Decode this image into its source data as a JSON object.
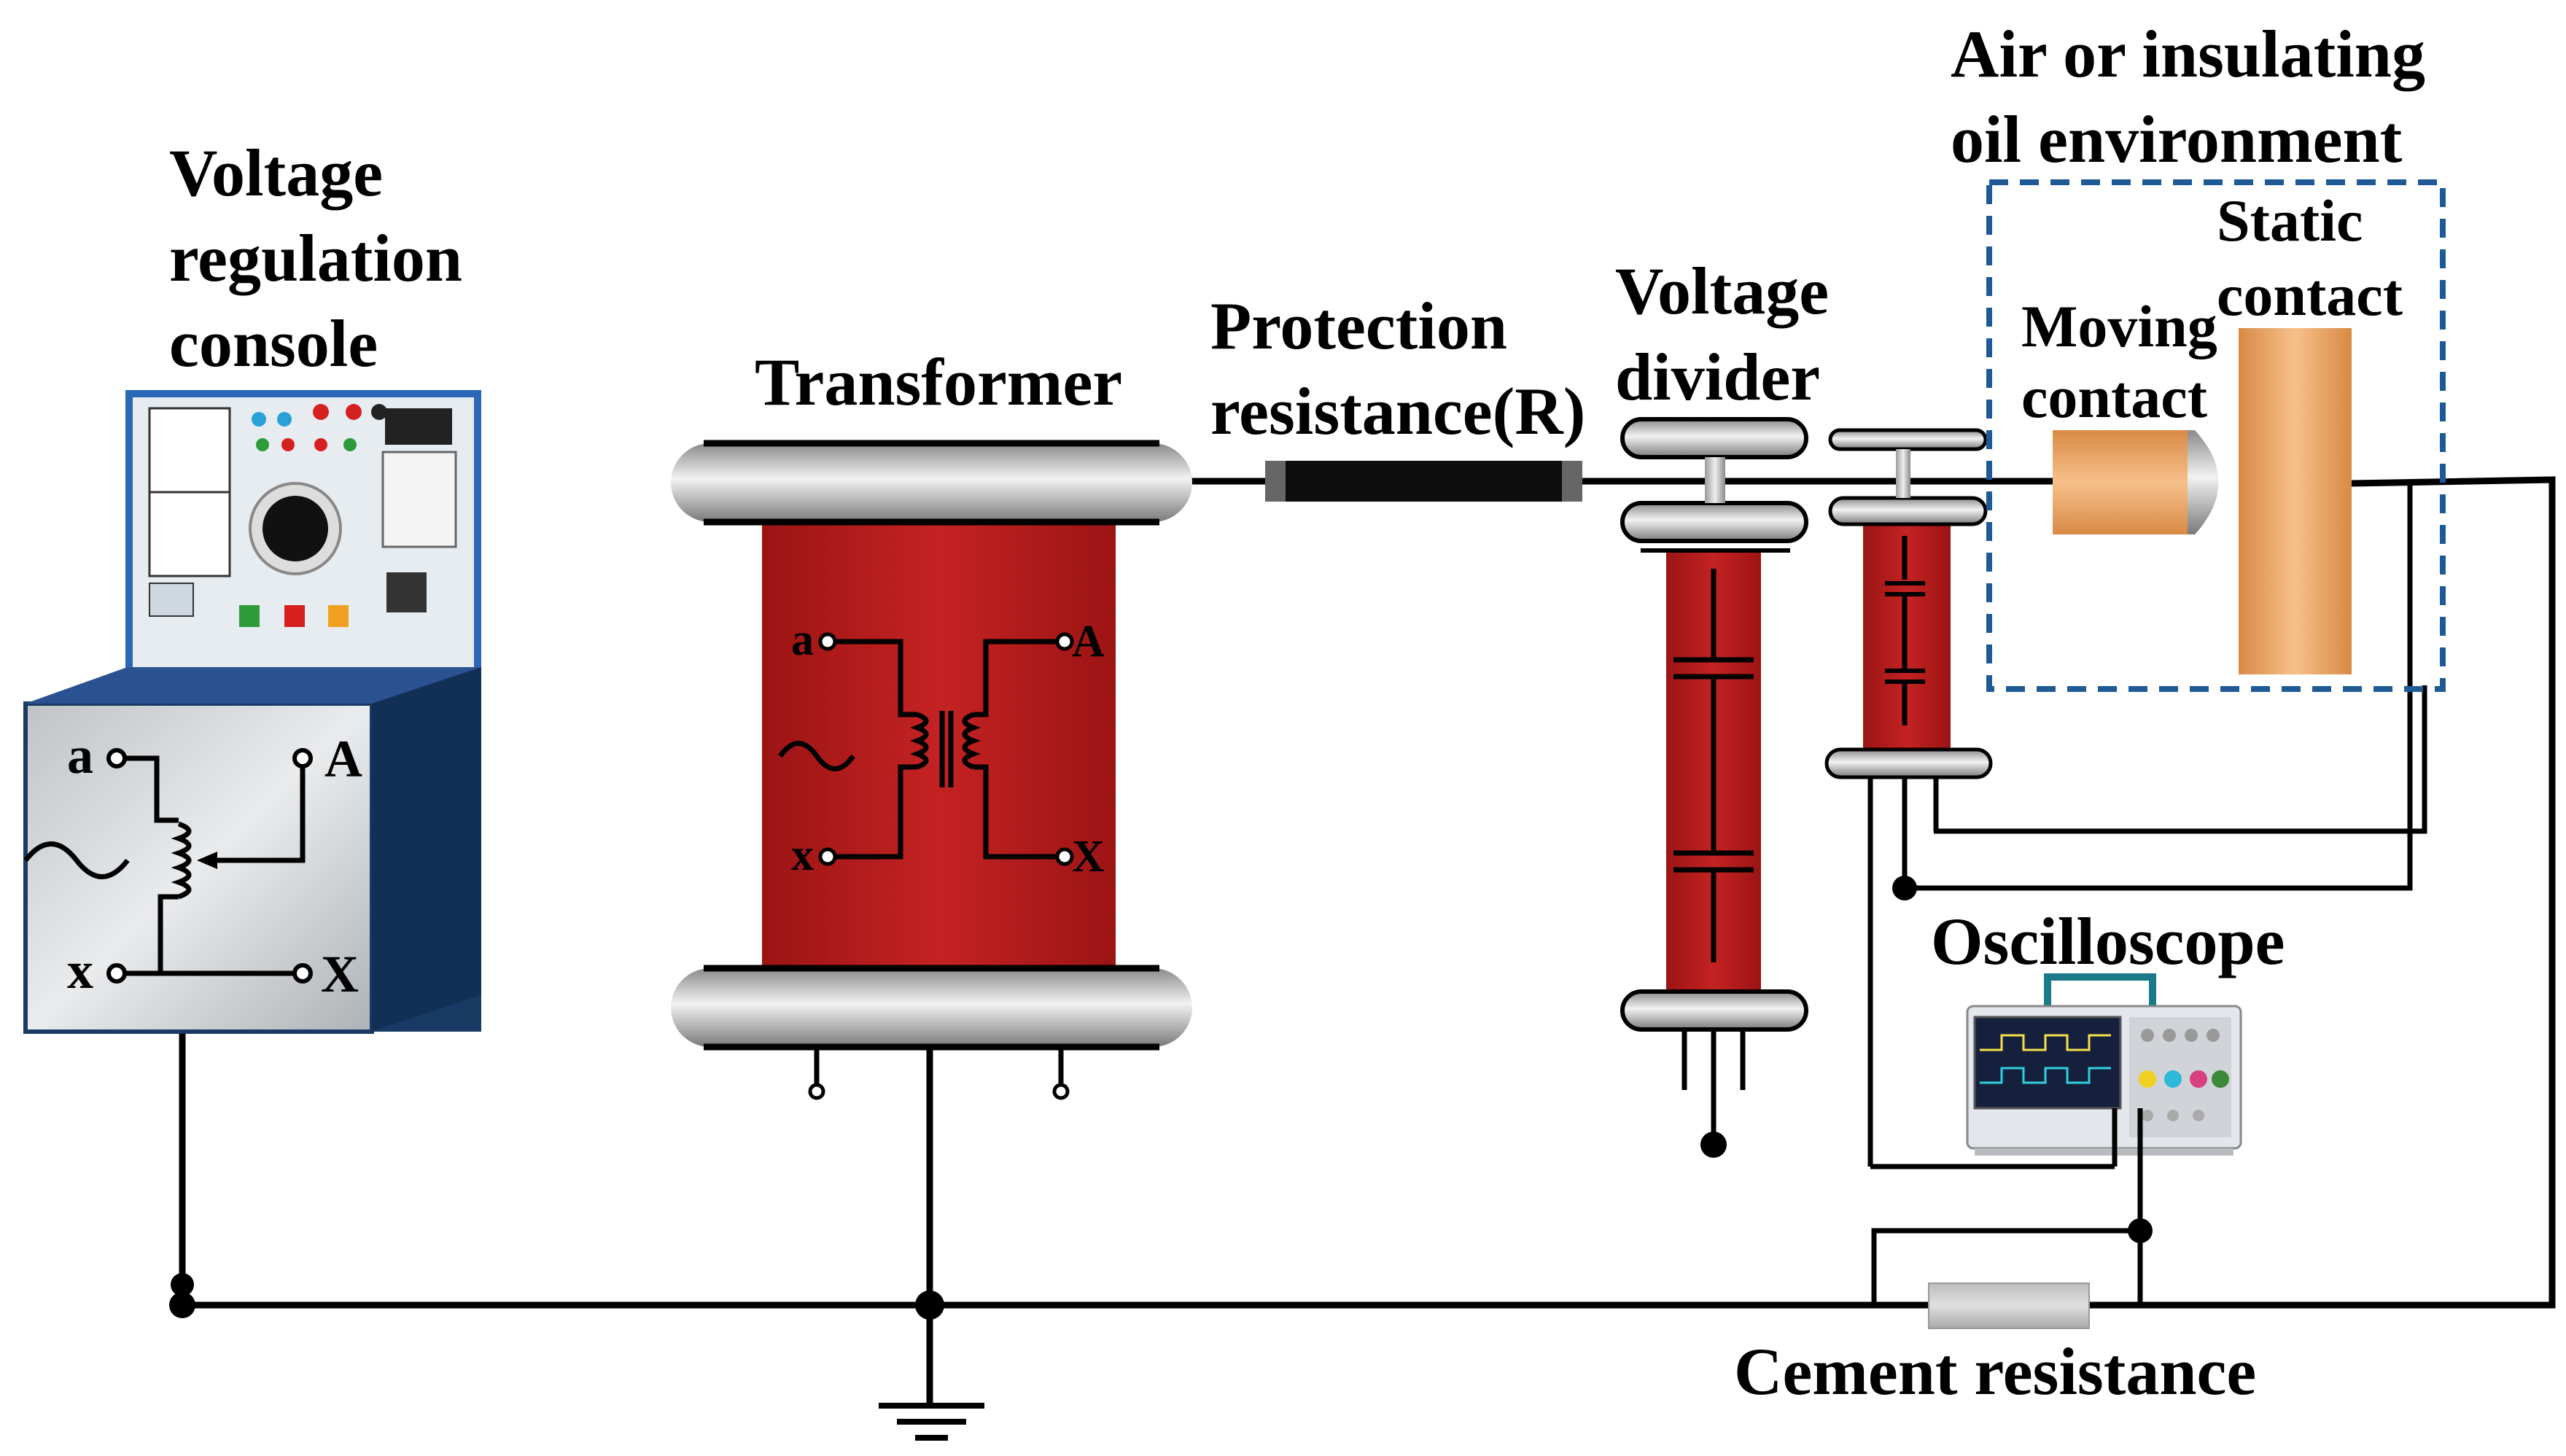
{
  "labels": {
    "console_line1": "Voltage",
    "console_line2": "regulation",
    "console_line3": "console",
    "transformer": "Transformer",
    "protection_line1": "Protection",
    "protection_line2": "resistance(R)",
    "divider_line1": "Voltage",
    "divider_line2": "divider",
    "env_line1": "Air or insulating",
    "env_line2": "oil environment",
    "static_line1": "Static",
    "static_line2": "contact",
    "moving_line1": "Moving",
    "moving_line2": "contact",
    "oscilloscope": "Oscilloscope",
    "cement": "Cement resistance"
  },
  "console_terminals": {
    "a": "a",
    "A": "A",
    "x": "x",
    "X": "X"
  },
  "transformer_terminals": {
    "a": "a",
    "A": "A",
    "x": "x",
    "X": "X"
  },
  "colors": {
    "transformer_red": "#b31b1b",
    "console_blue": "#1f4e8c",
    "contact_copper": "#e6a15c",
    "enclosure_dash": "#1f5a96",
    "metal_gray": "#c8c8c8"
  }
}
